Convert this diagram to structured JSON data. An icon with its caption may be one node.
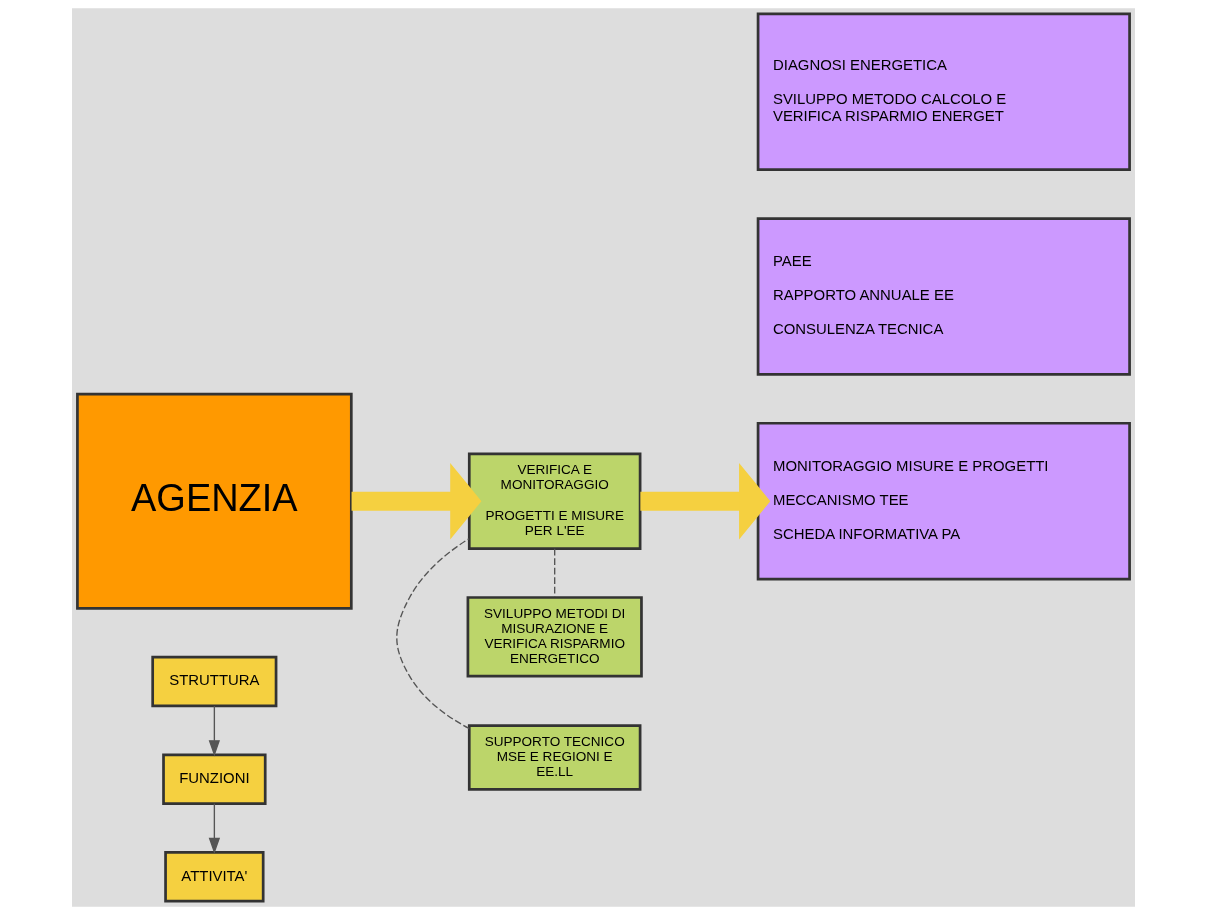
{
  "diagram": {
    "nodes": [
      {
        "text": [
          "STRUTTURA"
        ]
      },
      {
        "text": [
          "FUNZIONI"
        ]
      },
      {
        "text": [
          "ATTIVITA'"
        ]
      },
      {
        "text": [
          "AGENZIA"
        ]
      },
      {
        "text": [
          "SUPPORTO TECNICO MSE E REGIONI E EE.LL"
        ]
      },
      {
        "text": [
          "VERIFICA E MONITORAGGIO",
          "PROGETTI E MISURE PER L'EE"
        ]
      },
      {
        "text": [
          "SVILUPPO METODI DI MISURAZIONE E VERIFICA RISPARMIO ENERGETICO"
        ]
      },
      {
        "text": [
          "PAEE",
          "RAPPORTO ANNUALE EE",
          "CONSULENZA TECNICA"
        ]
      },
      {
        "text": [
          "MONITORAGGIO MISURE E PROGETTI",
          "MECCANISMO TEE",
          "SCHEDA INFORMATIVA PA"
        ]
      },
      {
        "text": [
          "DIAGNOSI ENERGETICA",
          "SVILUPPO METODO CALCOLO E VERIFICA RISPARMIO ENERGET"
        ]
      }
    ],
    "edges": [
      {
        "from": 0,
        "to": 1,
        "arrow": "to"
      },
      {
        "from": 1,
        "to": 2,
        "arrow": "to"
      },
      {
        "from": 3,
        "to": 5,
        "arrow": "to",
        "style": "thick",
        "color": "#f5d040"
      },
      {
        "from": 4,
        "to": 5,
        "arrow": "none",
        "style": "dashed"
      },
      {
        "from": 5,
        "to": 6,
        "arrow": "none",
        "style": "dashed"
      },
      {
        "from": 5,
        "to": 8,
        "arrow": "to",
        "style": "thick",
        "color": "#f5d040"
      }
    ]
  }
}
